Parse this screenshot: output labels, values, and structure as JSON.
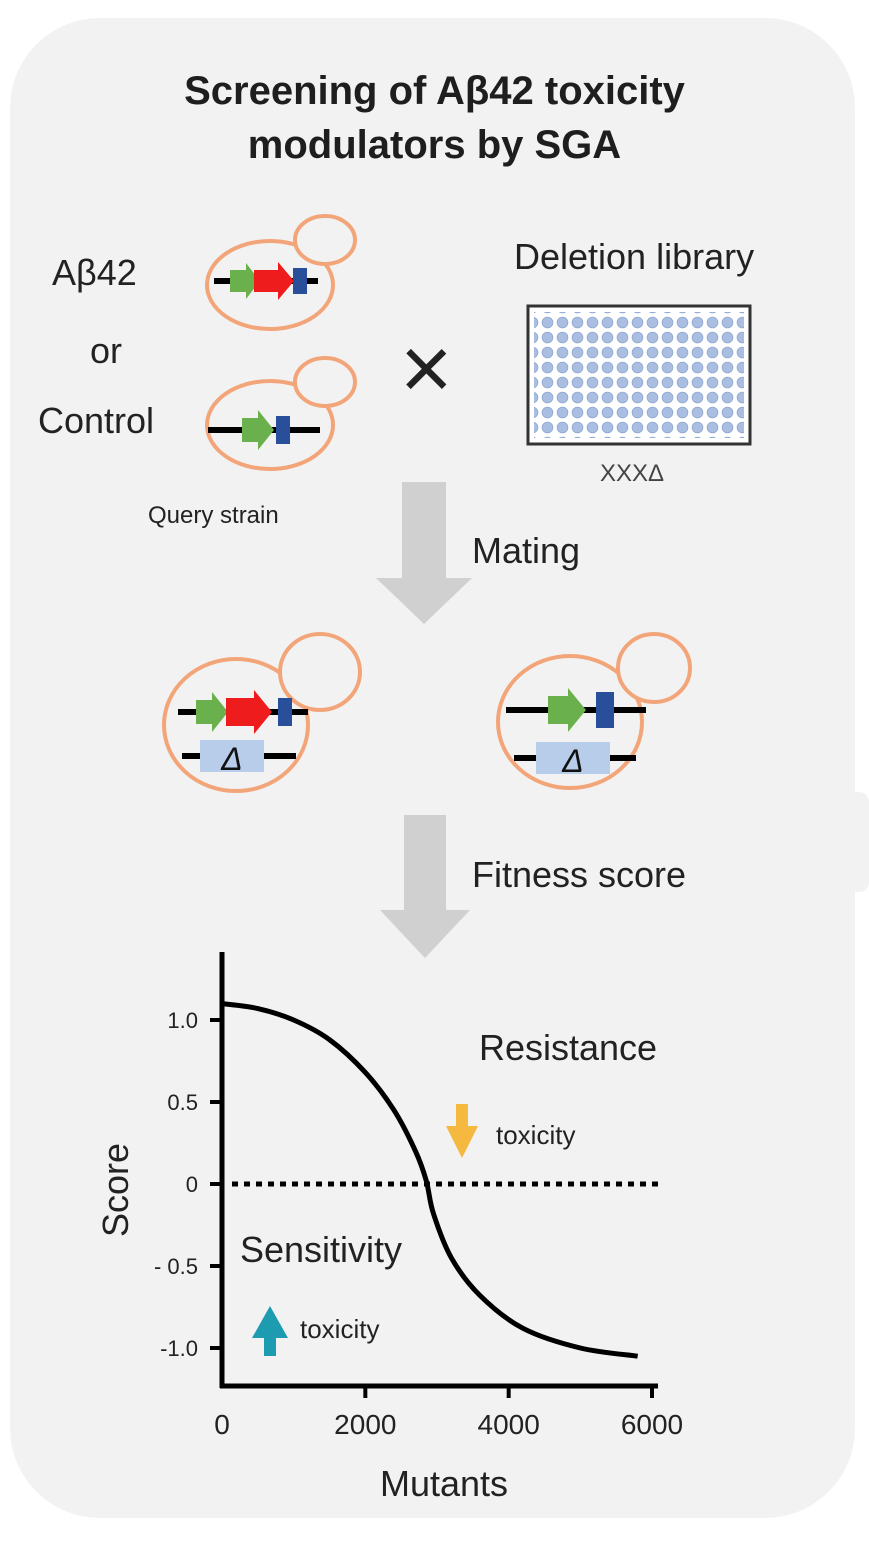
{
  "title": {
    "line1": "Screening of Aβ42 toxicity",
    "line2": "modulators by SGA"
  },
  "query": {
    "abeta_label": "Aβ42",
    "or_label": "or",
    "control_label": "Control",
    "strain_caption": "Query strain"
  },
  "library": {
    "title": "Deletion library",
    "caption": "XXXΔ"
  },
  "cross_symbol": "×",
  "steps": {
    "mating": "Mating",
    "fitness": "Fitness score"
  },
  "deletion_symbol": "Δ",
  "colors": {
    "cell_outline": "#f3a57a",
    "promoter_green": "#6ab04c",
    "abeta_red": "#ee1c1c",
    "marker_blue": "#2a4f9a",
    "deletion_box": "#b8cdea",
    "arrow_gray": "#d0d0d0",
    "resistance_arrow": "#f5b940",
    "sensitivity_arrow": "#1d9bb0"
  },
  "chart_data": {
    "type": "line",
    "xlabel": "Mutants",
    "ylabel": "Score",
    "x_ticks": [
      "0",
      "2000",
      "4000",
      "6000"
    ],
    "y_ticks": [
      "1.0",
      "0.5",
      "0",
      "- 0.5",
      "-1.0"
    ],
    "xlim": [
      0,
      6000
    ],
    "ylim": [
      -1.0,
      1.0
    ],
    "series": [
      {
        "x": [
          0,
          500,
          1000,
          1500,
          2000,
          2400,
          2700,
          2850,
          2950,
          3200,
          3600,
          4200,
          5000,
          5800
        ],
        "y": [
          1.1,
          1.07,
          1.0,
          0.88,
          0.68,
          0.45,
          0.2,
          0.02,
          -0.18,
          -0.45,
          -0.68,
          -0.88,
          -1.0,
          -1.05
        ]
      }
    ],
    "reference_line": {
      "y": 0,
      "style": "dotted"
    },
    "annotations": {
      "resistance": "Resistance",
      "resistance_note": "toxicity",
      "sensitivity": "Sensitivity",
      "sensitivity_note": "toxicity"
    }
  }
}
